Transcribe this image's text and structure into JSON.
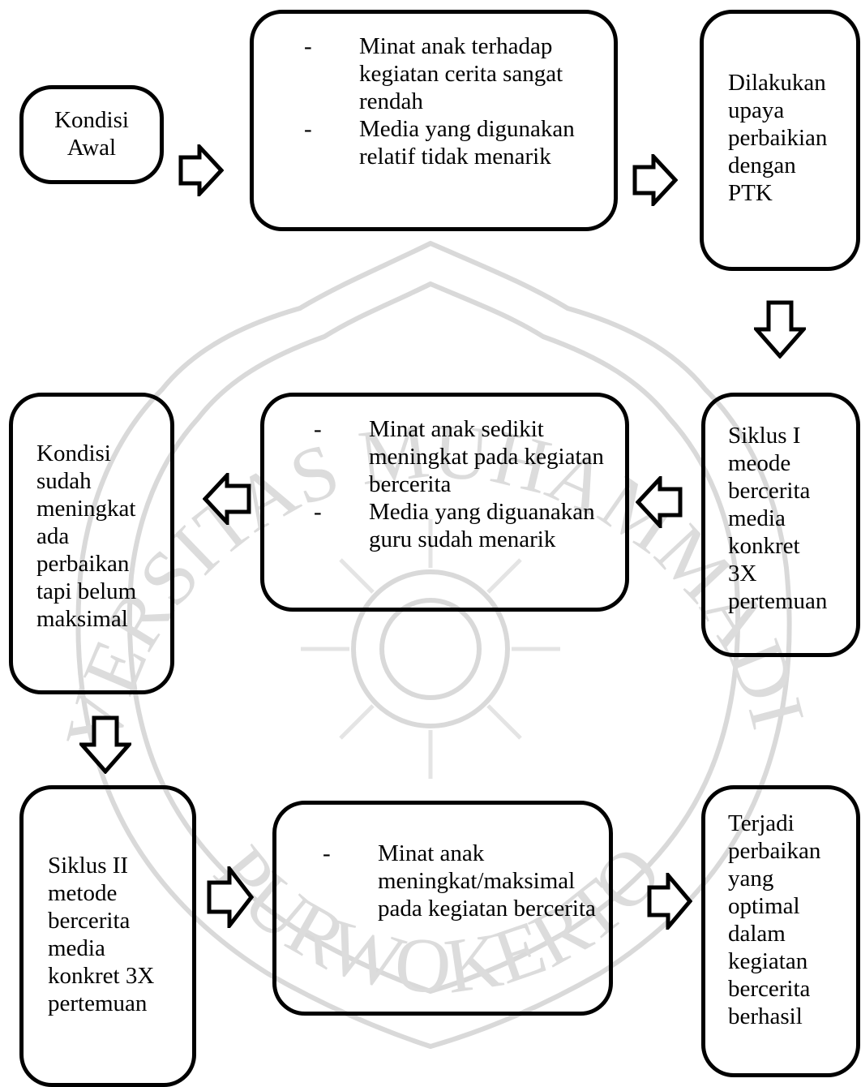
{
  "watermark": {
    "arc_top": "UNIVERSITAS MUHAMMADIYAH",
    "arc_bottom": "PURWOKERTO"
  },
  "boxes": {
    "kondisi_awal": {
      "lines": [
        "Kondisi",
        "Awal"
      ]
    },
    "kondisi_awal_detail": {
      "items": [
        "Minat anak terhadap kegiatan cerita sangat rendah",
        "Media yang digunakan relatif tidak menarik"
      ]
    },
    "upaya": {
      "lines": [
        "Dilakukan",
        "upaya",
        "perbaikian",
        "dengan",
        "PTK"
      ]
    },
    "siklus1": {
      "lines": [
        "Siklus I",
        "meode",
        "bercerita",
        "media",
        "konkret",
        "3X",
        "pertemuan"
      ]
    },
    "siklus1_hasil": {
      "items": [
        "Minat anak sedikit meningkat pada kegiatan bercerita",
        "Media yang diguanakan guru sudah menarik"
      ]
    },
    "kondisi_meningkat": {
      "lines": [
        "Kondisi",
        "sudah",
        "meningkat",
        "ada",
        "perbaikan",
        "tapi belum",
        "maksimal"
      ]
    },
    "siklus2": {
      "lines": [
        "Siklus II",
        "metode",
        "bercerita",
        "media",
        "konkret 3X",
        "pertemuan"
      ]
    },
    "siklus2_hasil": {
      "items": [
        "Minat anak meningkat/maksimal pada kegiatan bercerita"
      ]
    },
    "hasil_akhir": {
      "lines": [
        "Terjadi",
        "perbaikan",
        "yang",
        "optimal",
        "dalam",
        "kegiatan",
        "bercerita",
        "berhasil"
      ]
    }
  }
}
